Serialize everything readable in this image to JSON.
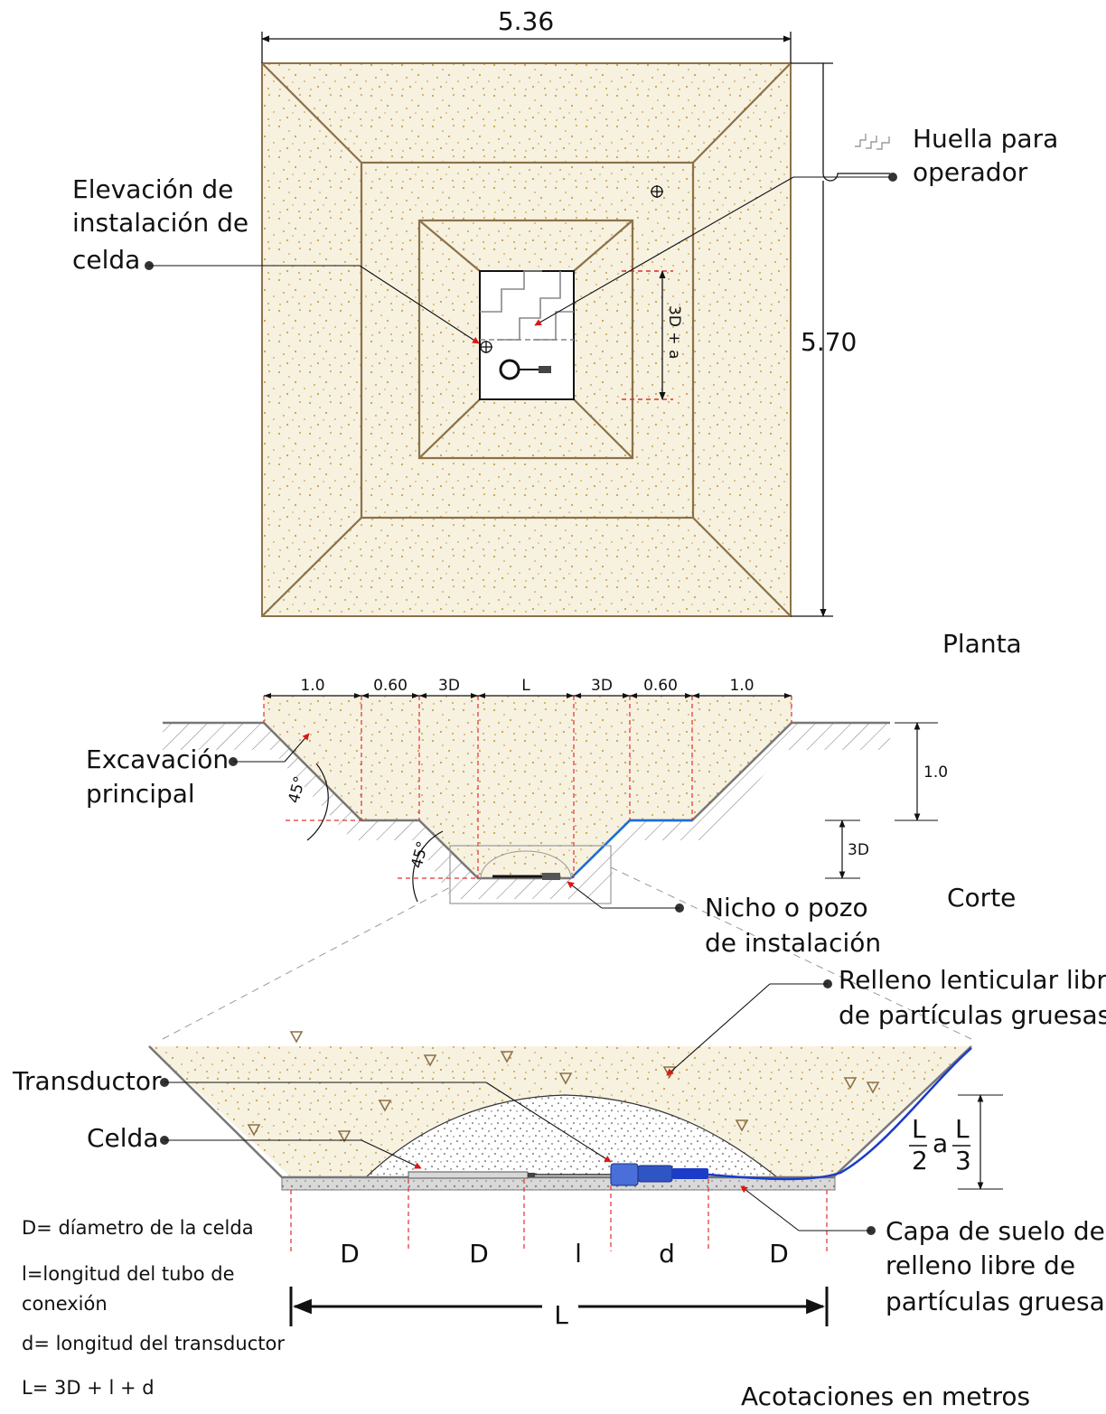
{
  "plan": {
    "width_label": "5.36",
    "height_label": "5.70",
    "inner_dim_label": "3D + a",
    "view_title": "Planta",
    "legend_label_line1": "Huella para",
    "legend_label_line2": "operador",
    "callout_line1": "Elevación de",
    "callout_line2": "instalación de",
    "callout_line3": "celda"
  },
  "section": {
    "view_title": "Corte",
    "top_dims": [
      "1.0",
      "0.60",
      "3D",
      "L",
      "3D",
      "0.60",
      "1.0"
    ],
    "depth_label": "1.0",
    "niche_depth_label": "3D",
    "angle_upper": "45°",
    "angle_lower": "45°",
    "callout_excavation_line1": "Excavación",
    "callout_excavation_line2": "principal",
    "callout_niche_line1": "Nicho o pozo",
    "callout_niche_line2": "de instalación"
  },
  "detail": {
    "callout_lenticular_line1": "Relleno lenticular libre",
    "callout_lenticular_line2": "de partículas gruesas",
    "callout_transducer": "Transductor",
    "callout_cell": "Celda",
    "callout_layer_line1": "Capa de suelo de",
    "callout_layer_line2": "relleno libre de",
    "callout_layer_line3": "partículas gruesas",
    "fill_height_L": "L",
    "fill_height_2": "2",
    "fill_height_a": "a",
    "fill_height_3": "3",
    "bottom_dims": [
      "D",
      "D",
      "l",
      "d",
      "D"
    ],
    "total_label": "L"
  },
  "notes": {
    "n1": "D= díametro de la celda",
    "n2_line1": "l=longitud del tubo de",
    "n2_line2": "conexión",
    "n3": "d= longitud del transductor",
    "n4": "L= 3D + l + d",
    "units": "Acotaciones en metros"
  },
  "colors": {
    "soil_fill": "#f7f1e0",
    "soil_dots": "#c9a24a",
    "outline_brown": "#8b7248",
    "leader_red": "#e01515",
    "cable_blue": "#1a3cc8",
    "transducer_blue": "#4a6fd8",
    "dim_red": "#e03030"
  },
  "icons": [
    "footprint-icon",
    "target-circle-icon",
    "cell-icon"
  ]
}
